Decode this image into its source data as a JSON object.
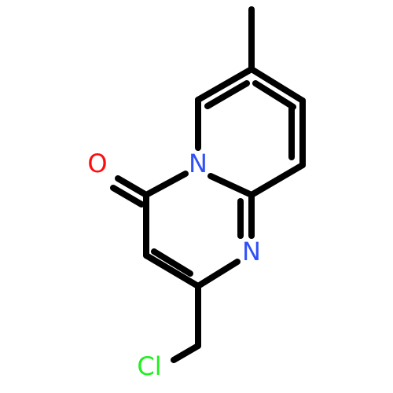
{
  "molecule": {
    "atoms": [
      {
        "id": "O",
        "label": "O",
        "color": "#ff0d0d"
      },
      {
        "id": "N1",
        "label": "N",
        "color": "#3050f8"
      },
      {
        "id": "N2",
        "label": "N",
        "color": "#3050f8"
      },
      {
        "id": "Cl",
        "label": "Cl",
        "color": "#1ff01f"
      }
    ],
    "bond_color": "#000000"
  }
}
